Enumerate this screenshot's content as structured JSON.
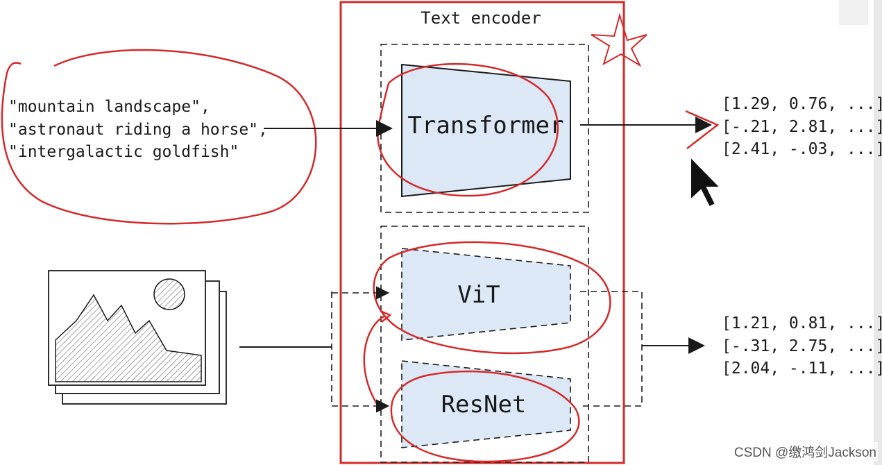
{
  "title": "Text encoder",
  "text_inputs": [
    "\"mountain landscape\",",
    "\"astronaut riding a horse\",",
    "\"intergalactic goldfish\""
  ],
  "encoders": {
    "transformer": "Transformer",
    "vit": "ViT",
    "resnet": "ResNet"
  },
  "text_embeddings": [
    "[1.29, 0.76, ...],",
    "[-.21, 2.81, ...],",
    "[2.41, -.03, ...]"
  ],
  "image_embeddings": [
    "[1.21, 0.81, ...],",
    "[-.31, 2.75, ...],",
    "[2.04, -.11, ...]"
  ],
  "watermark": "CSDN @缴鸿剑Jackson",
  "colors": {
    "annotation_red": "#d42a2a",
    "box_fill": "#dce8f5",
    "ink": "#1a1a1a"
  }
}
